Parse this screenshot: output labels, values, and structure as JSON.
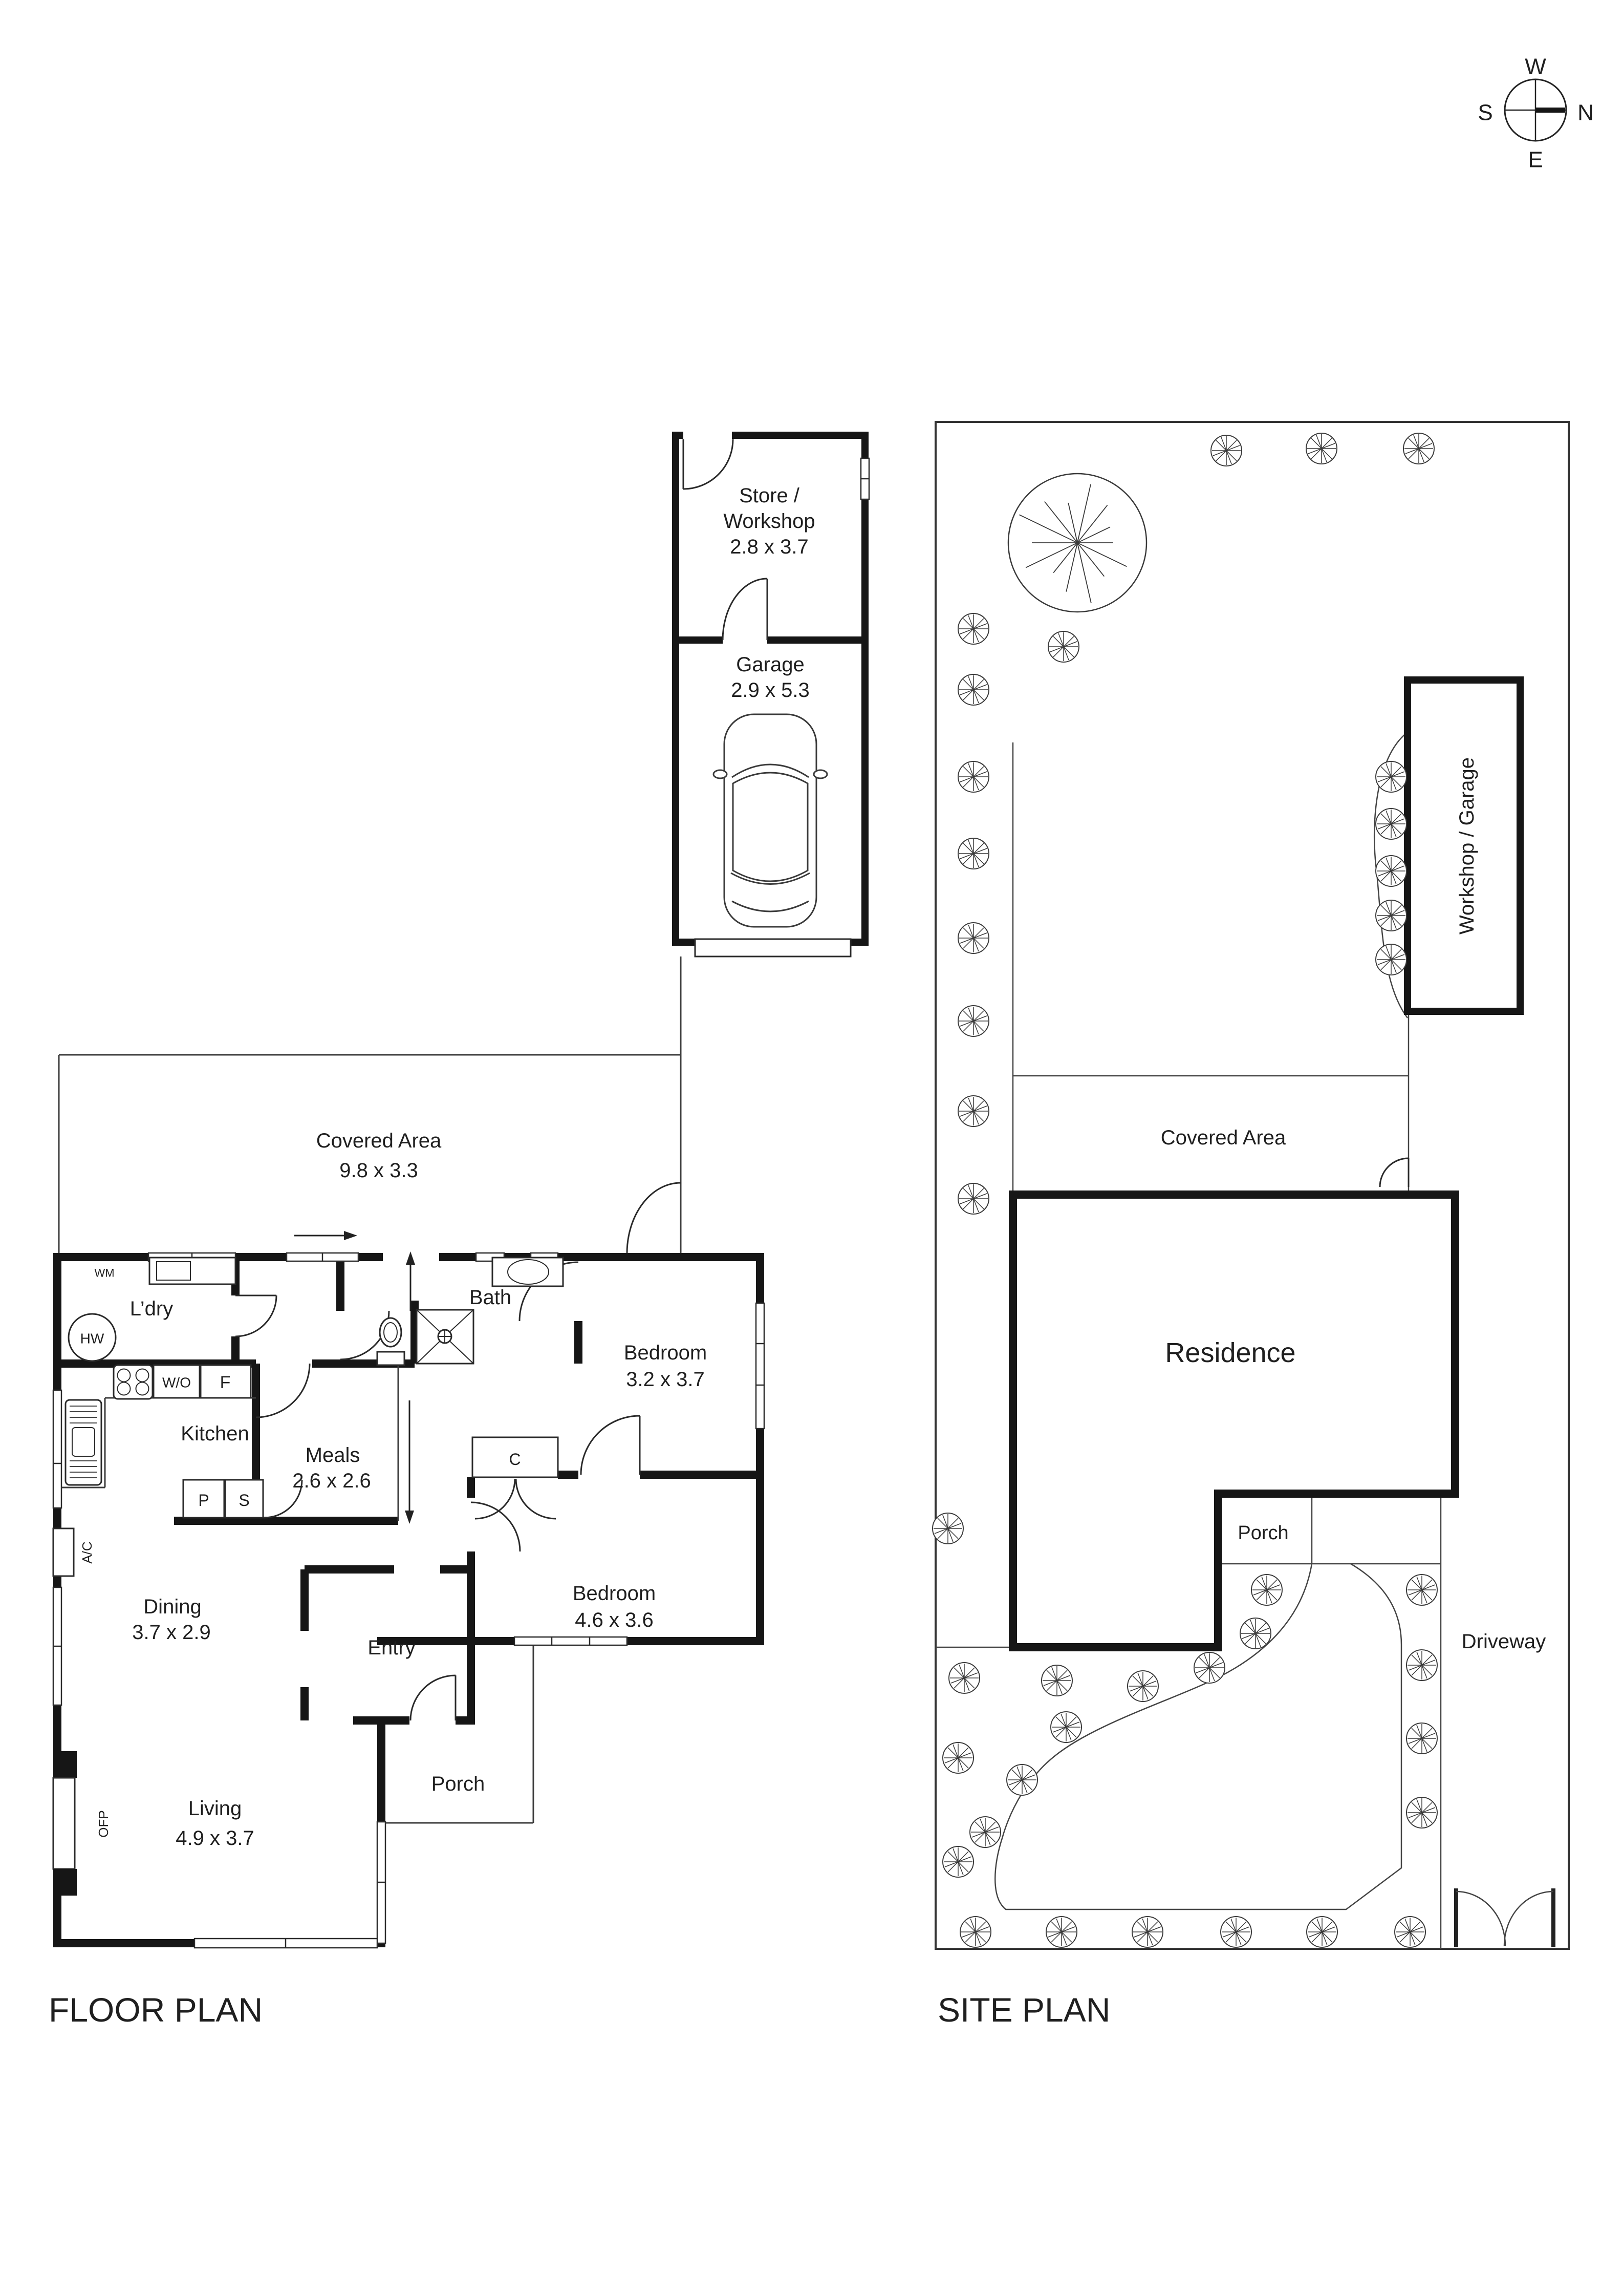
{
  "fp": {
    "title": "FLOOR PLAN",
    "covered_name": "Covered Area",
    "covered_dims": "9.8 x 3.3",
    "store1": "Store /",
    "store2": "Workshop",
    "store_dims": "2.8 x 3.7",
    "garage": "Garage",
    "garage_dims": "2.9 x 5.3",
    "laundry": "L’dry",
    "wm": "WM",
    "hw": "HW",
    "wo": "W/O",
    "f": "F",
    "kitchen": "Kitchen",
    "meals": "Meals",
    "meals_dims": "2.6 x 2.6",
    "bath": "Bath",
    "bed1": "Bedroom",
    "bed1_dims": "3.2 x 3.7",
    "bed2": "Bedroom",
    "bed2_dims": "4.6 x 3.6",
    "c": "C",
    "p": "P",
    "s": "S",
    "ac": "A/C",
    "dining": "Dining",
    "dining_dims": "3.7 x 2.9",
    "entry": "Entry",
    "living": "Living",
    "living_dims": "4.9 x 3.7",
    "porch": "Porch",
    "ofp": "OFP"
  },
  "site": {
    "title": "SITE PLAN",
    "workshop": "Workshop / Garage",
    "covered": "Covered Area",
    "residence": "Residence",
    "porch": "Porch",
    "driveway": "Driveway"
  },
  "compass": {
    "n": "N",
    "s": "S",
    "e": "E",
    "w": "W"
  },
  "colors": {
    "ink": "#161616",
    "paper": "#ffffff"
  }
}
